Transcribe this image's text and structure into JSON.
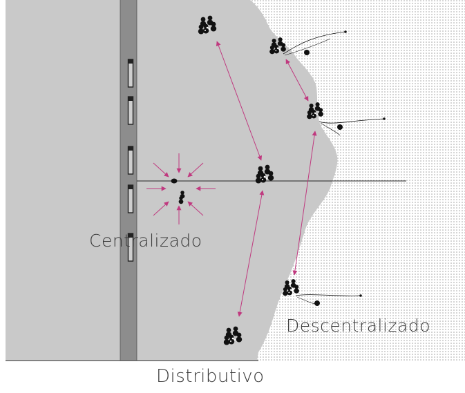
{
  "labels": {
    "centralizado": "Centralizado",
    "descentralizado": "Descentralizado",
    "distributivo": "Distributivo"
  },
  "colors": {
    "panel": "#c9c9c9",
    "road": "#8d8d8d",
    "arrow": "#c0397f",
    "ink": "#111111",
    "dots": "#9a9a9a"
  },
  "icons": {
    "people_cluster": "people-cluster-icon",
    "post": "post-icon",
    "hub": "node-dot-icon"
  }
}
